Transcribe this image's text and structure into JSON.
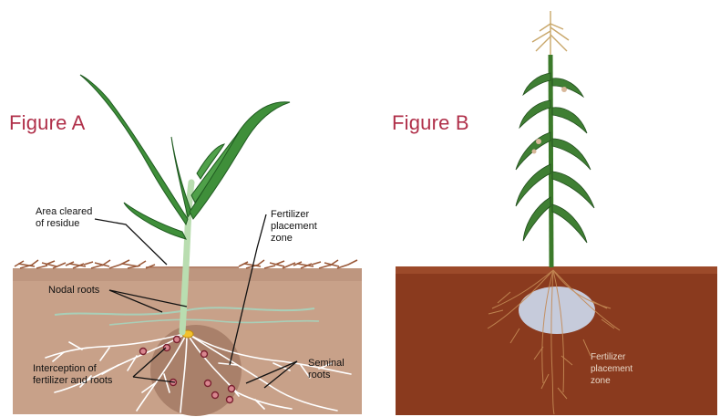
{
  "figures": {
    "a": {
      "title": "Figure A",
      "labels": {
        "area_cleared_1": "Area cleared",
        "area_cleared_2": "of residue",
        "fertilizer_1": "Fertilizer",
        "fertilizer_2": "placement",
        "fertilizer_3": "zone",
        "nodal_roots": "Nodal roots",
        "interception_1": "Interception of",
        "interception_2": "fertilizer and roots",
        "seminal_1": "Seminal",
        "seminal_2": "roots"
      }
    },
    "b": {
      "title": "Figure B",
      "labels": {
        "fertilizer_1": "Fertilizer",
        "fertilizer_2": "placement",
        "fertilizer_3": "zone"
      }
    }
  },
  "colors": {
    "title": "#b0304a",
    "soil_a": "#c8a189",
    "soil_b": "#8a3a1e",
    "leaf": "#3f8f3a",
    "stem": "#b9ddb0"
  }
}
